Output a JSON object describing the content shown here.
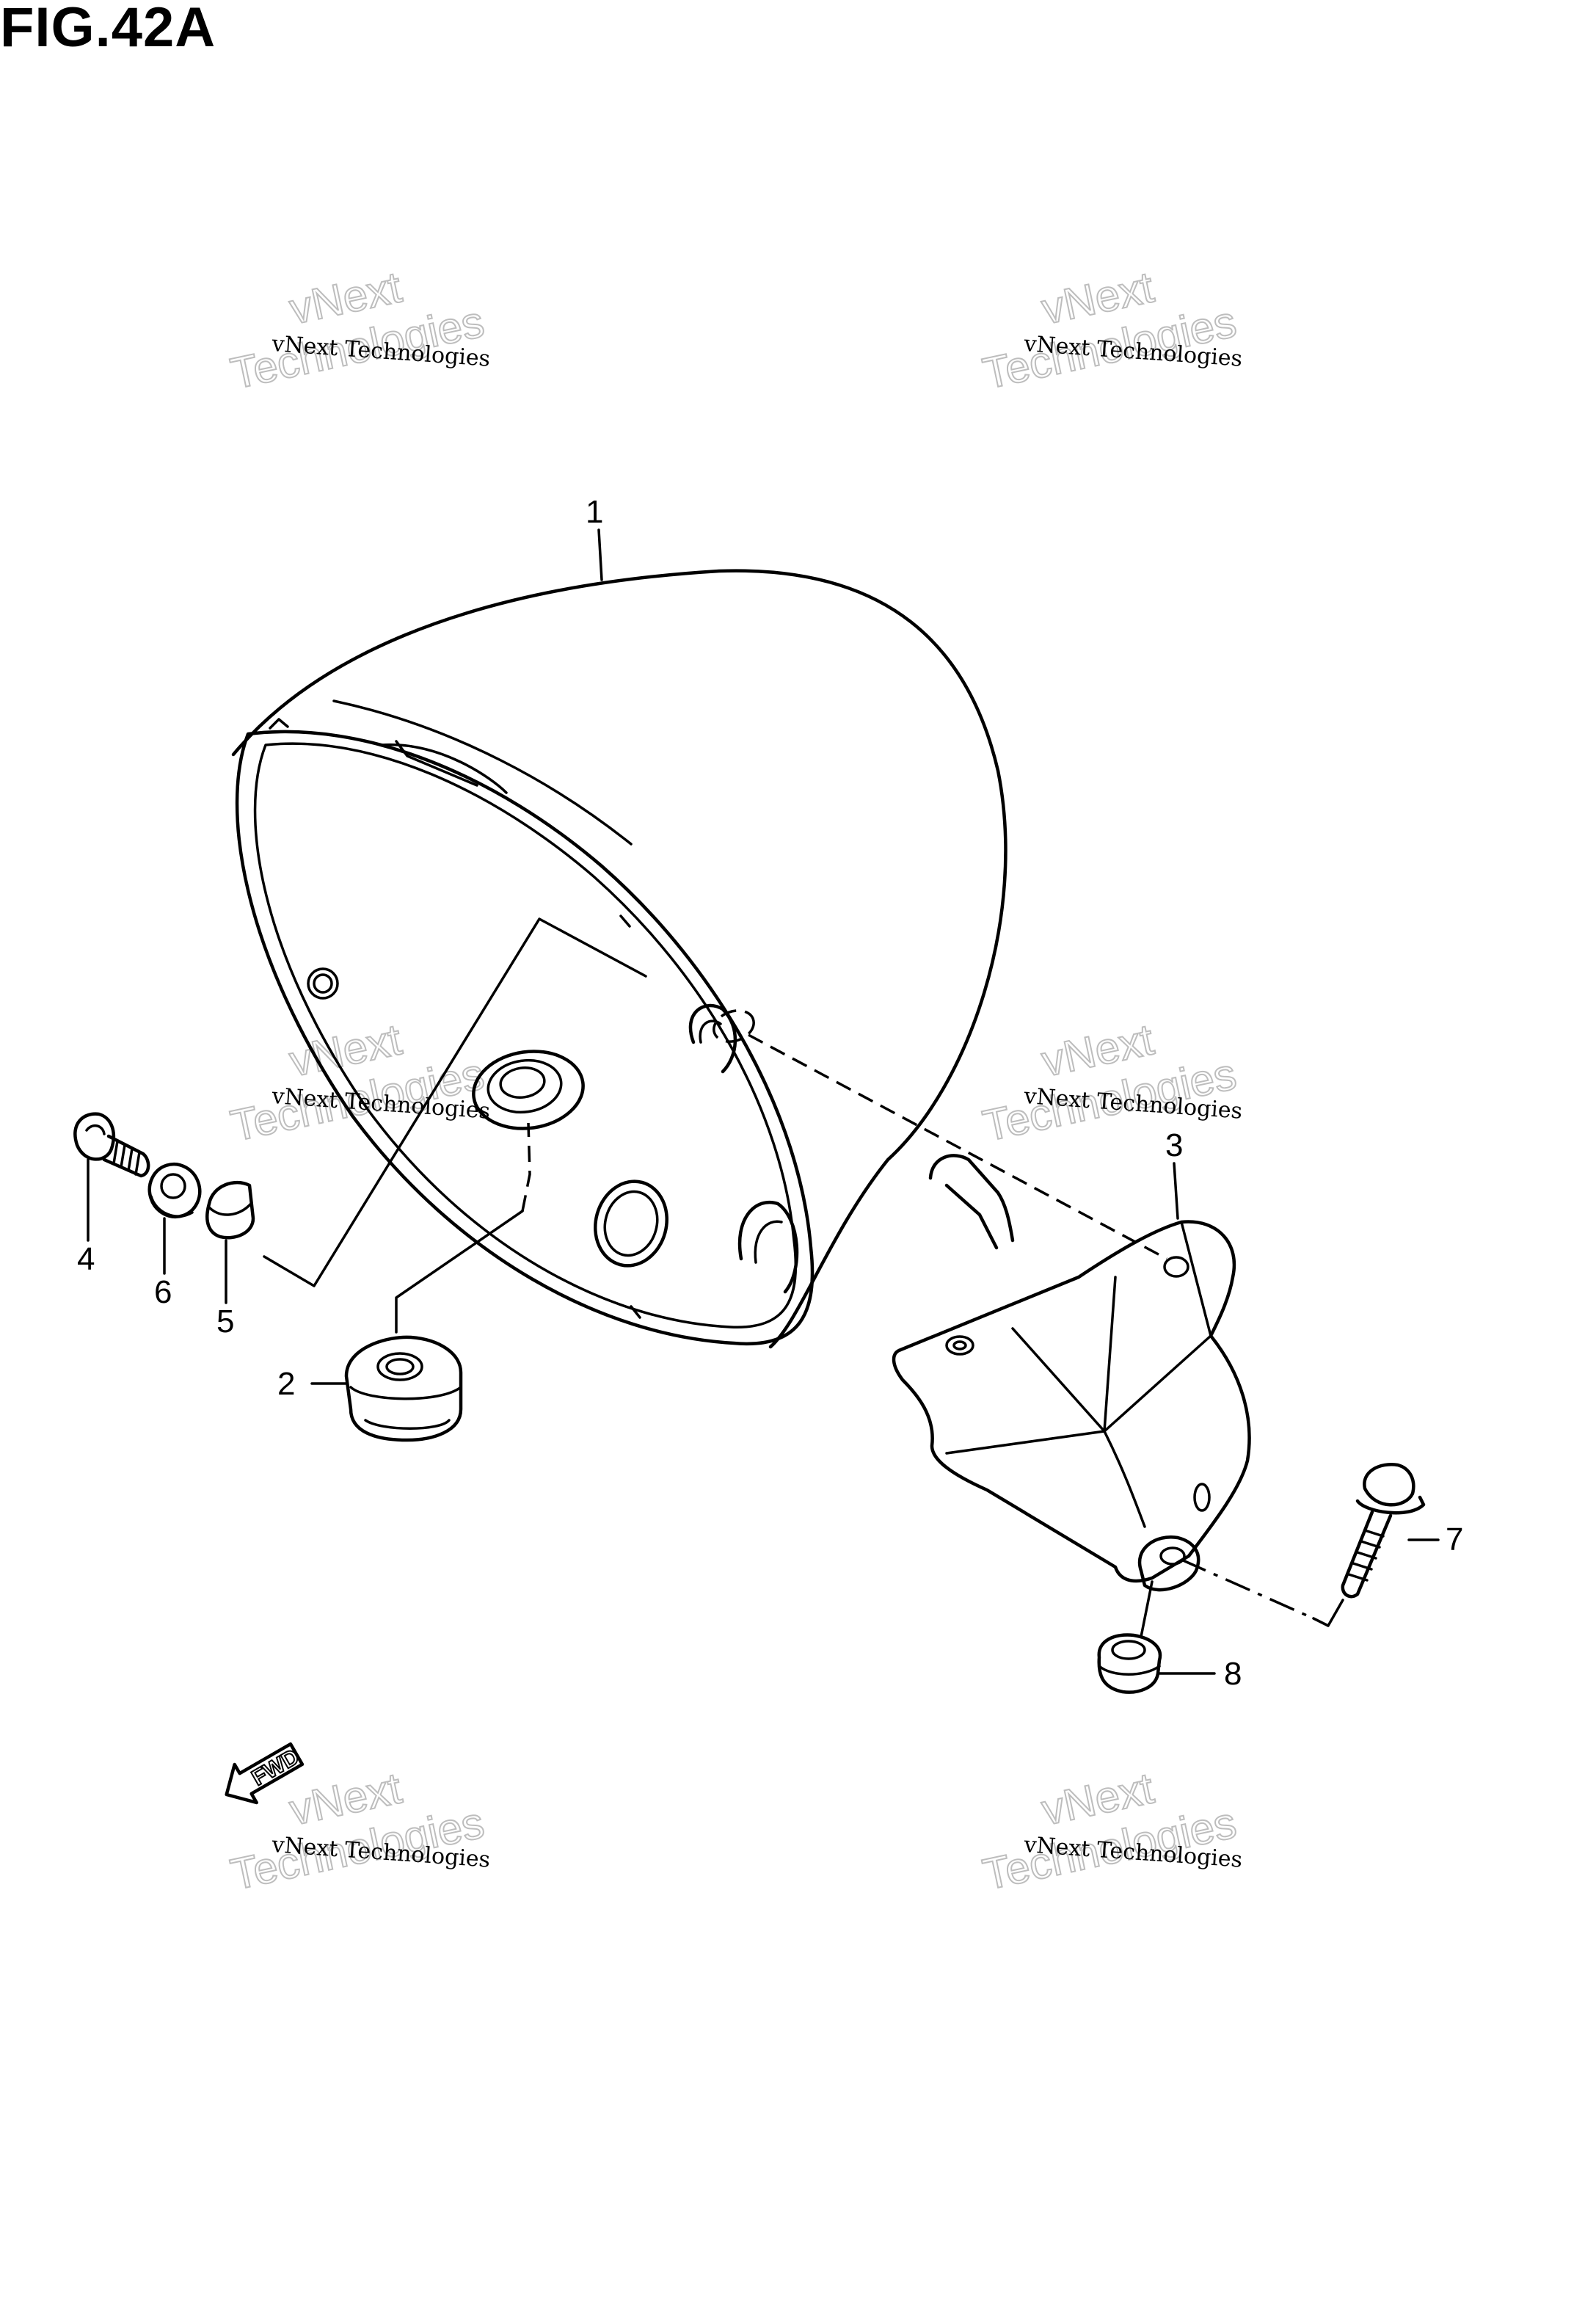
{
  "figure": {
    "title": "FIG.42A"
  },
  "callouts": [
    {
      "id": "1",
      "label": "1"
    },
    {
      "id": "2",
      "label": "2"
    },
    {
      "id": "3",
      "label": "3"
    },
    {
      "id": "4",
      "label": "4"
    },
    {
      "id": "5",
      "label": "5"
    },
    {
      "id": "6",
      "label": "6"
    },
    {
      "id": "7",
      "label": "7"
    },
    {
      "id": "8",
      "label": "8"
    }
  ],
  "fwd_marker": {
    "text": "FWD",
    "icon": "fwd-arrow-icon"
  },
  "watermarks": [
    {
      "small": "vNext Technologies",
      "big1": "vNext",
      "big2": "Technologies"
    },
    {
      "small": "vNext Technologies",
      "big1": "vNext",
      "big2": "Technologies"
    },
    {
      "small": "vNext Technologies",
      "big1": "vNext",
      "big2": "Technologies"
    },
    {
      "small": "vNext Technologies",
      "big1": "vNext",
      "big2": "Technologies"
    },
    {
      "small": "vNext Technologies",
      "big1": "vNext",
      "big2": "Technologies"
    },
    {
      "small": "vNext Technologies",
      "big1": "vNext",
      "big2": "Technologies"
    }
  ]
}
